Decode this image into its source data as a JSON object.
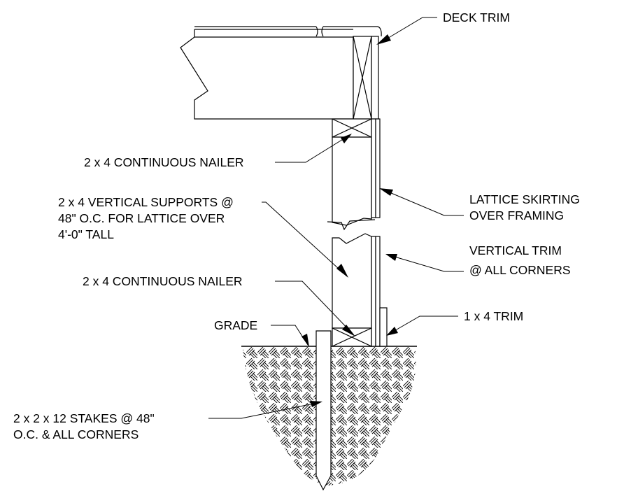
{
  "labels": {
    "deck_trim": "DECK TRIM",
    "nailer_top": "2 x 4 CONTINUOUS NAILER",
    "vertical_supports": [
      "2 x 4 VERTICAL SUPPORTS @",
      "48\" O.C. FOR LATTICE OVER",
      "4'-0\" TALL"
    ],
    "lattice_skirting": [
      "LATTICE SKIRTING",
      "OVER FRAMING"
    ],
    "vertical_trim": [
      "VERTICAL TRIM",
      "@ ALL CORNERS"
    ],
    "nailer_bottom": "2 x 4 CONTINUOUS NAILER",
    "trim_1x4": "1 x 4 TRIM",
    "grade": "GRADE",
    "stakes": [
      "2 x 2 x 12 STAKES @ 48\"",
      "O.C. & ALL CORNERS"
    ]
  },
  "colors": {
    "line": "#000000",
    "background": "#ffffff"
  }
}
